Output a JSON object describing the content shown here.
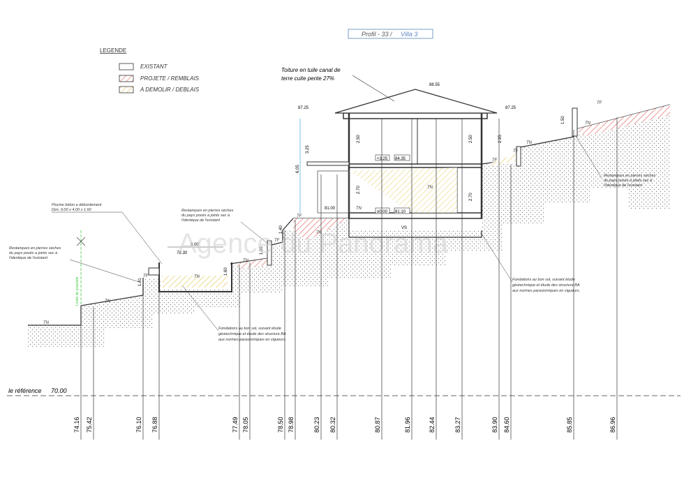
{
  "title": {
    "prefix": "Profil - 33 /",
    "villa": "Villa 3"
  },
  "legend": {
    "heading": "LEGENDE",
    "items": [
      {
        "label": "EXISTANT",
        "swatch": "empty"
      },
      {
        "label": "PROJETE / REMBLAIS",
        "swatch": "red-hatch"
      },
      {
        "label": "A DEMOLIR / DEBLAIS",
        "swatch": "yellow-hatch"
      }
    ]
  },
  "roof_note": {
    "line1": "Toiture en tuile canal de",
    "line2": "terre cuite pente 27%"
  },
  "notes": {
    "piscine": {
      "line1": "Piscine béton a débordement",
      "line2": "Dim. 9.00 x 4.00 x 1.60"
    },
    "restanques_left": {
      "line1": "Restanques en pierres sèches",
      "line2": "du pays posés a joints sec à",
      "line3": "l'identique de l'existant"
    },
    "restanques_mid": {
      "line1": "Restanques en pierres sèches",
      "line2": "du pays posés a joints sec à",
      "line3": "l'identique de l'existant"
    },
    "restanques_right": {
      "line1": "Restanques en pierres sèches",
      "line2": "du pays posés a joints sec à",
      "line3": "l'identique de l'existant"
    },
    "fondations_left": {
      "line1": "Fondations au bon sol, suivant étude",
      "line2": "géotechnique et étude des structure BA",
      "line3": "aux normes parasismiques en vigueurs."
    },
    "fondations_right": {
      "line1": "Fondations au bon sol, suivant étude",
      "line2": "géotechnique et étude des structure BA",
      "line3": "aux normes parasismiques en vigueurs."
    }
  },
  "levels": {
    "roof_top": "88.55",
    "eave_left": "87.25",
    "eave_right": "87.25",
    "upper_floor": "+3.25",
    "upper_floor_ngf": "84.35",
    "ground_floor": "±0.00",
    "ground_floor_ngf": "81.10",
    "terrace": "81.00",
    "pool_length": "9.00",
    "pool_level": "78.30"
  },
  "dims": {
    "story_upper": "2.50",
    "story_upper_right": "2.50",
    "story_lower": "2.70",
    "story_lower_right": "2.70",
    "total_height": "6.05",
    "partial_height": "3.25",
    "wall_left": "1.40",
    "wall_right": "2.95",
    "wall_far_right": "1.50",
    "pool_depth": "1.60",
    "retain_left": "1.41",
    "retain_mid": "1.00",
    "slab": "VS"
  },
  "tags": {
    "tn1": "TN",
    "tn2": "TN",
    "tn3": "TN",
    "tn4": "TN",
    "tn5": "TN",
    "tn6": "TN",
    "tn7": "TN",
    "tn8": "TN",
    "tn9": "TN",
    "tf1": "TF",
    "tf2": "TF",
    "tf3": "TF",
    "tf4": "TF",
    "tf5": "TF",
    "tf6": "TF"
  },
  "limit_label": "Limite de propriété",
  "reference": {
    "label": "le référence",
    "value": "70.00"
  },
  "elevations": [
    "74.16",
    "75.42",
    "76.10",
    "76.88",
    "77.49",
    "78.05",
    "78.50",
    "78.98",
    "80.23",
    "80.32",
    "80.87",
    "81.96",
    "82.44",
    "83.27",
    "83.90",
    "84.60",
    "85.85",
    "86.96"
  ],
  "watermark": "Agence du Panorama",
  "colors": {
    "line": "#333333",
    "accent_blue": "#3aa6d8",
    "hatch_red": "#e06060",
    "hatch_yellow": "#e0c040",
    "limit_green": "#44cc44"
  }
}
